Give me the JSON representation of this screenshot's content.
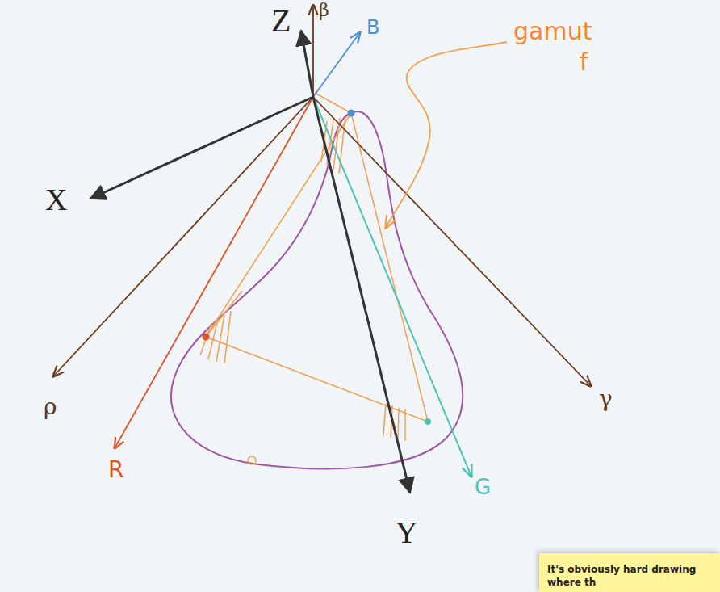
{
  "diagram": {
    "nodes": [
      {
        "text": [
          "It's obviously hard drawing where th"
        ]
      }
    ],
    "labels": [
      "Z",
      "β",
      "B",
      "gamut",
      "f",
      "X",
      "ρ",
      "R",
      "γ",
      "Y",
      "G"
    ]
  }
}
